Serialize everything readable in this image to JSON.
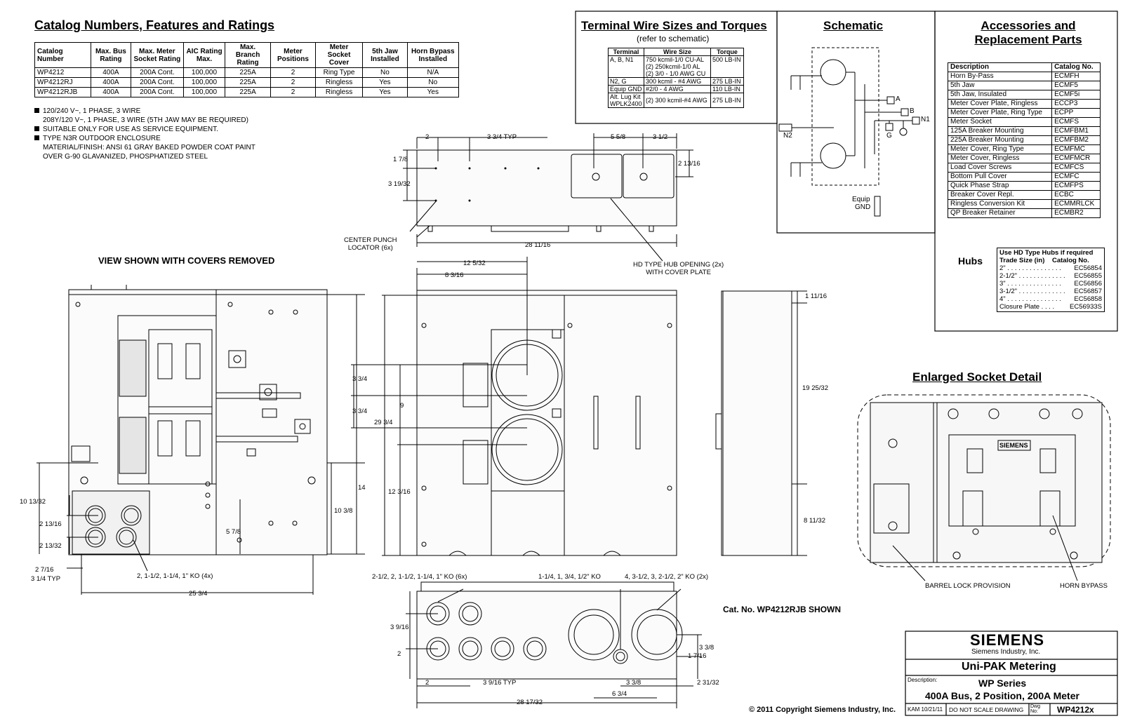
{
  "catalog": {
    "title": "Catalog Numbers, Features and Ratings",
    "headers": [
      "Catalog Number",
      "Max. Bus Rating",
      "Max. Meter Socket Rating",
      "AIC Rating Max.",
      "Max. Branch Rating",
      "Meter Positions",
      "Meter Socket Cover",
      "5th Jaw Installed",
      "Horn Bypass Installed"
    ],
    "rows": [
      [
        "WP4212",
        "400A",
        "200A Cont.",
        "100,000",
        "225A",
        "2",
        "Ring Type",
        "No",
        "N/A"
      ],
      [
        "WP4212RJ",
        "400A",
        "200A Cont.",
        "100,000",
        "225A",
        "2",
        "Ringless",
        "Yes",
        "No"
      ],
      [
        "WP4212RJB",
        "400A",
        "200A Cont.",
        "100,000",
        "225A",
        "2",
        "Ringless",
        "Yes",
        "Yes"
      ]
    ],
    "notes": [
      "120/240 V~, 1 PHASE, 3 WIRE",
      "208Y/120 V~, 1 PHASE, 3 WIRE  (5TH JAW MAY BE REQUIRED)",
      "SUITABLE ONLY FOR USE AS SERVICE EQUIPMENT.",
      "TYPE N3R OUTDOOR ENCLOSURE",
      "MATERIAL/FINISH: ANSI 61 GRAY BAKED POWDER COAT PAINT",
      "OVER G-90 GLAVANIZED, PHOSPHATIZED STEEL"
    ]
  },
  "terminal": {
    "title": "Terminal Wire Sizes and Torques",
    "subtitle": "(refer to schematic)",
    "headers": [
      "Terminal",
      "Wire Size",
      "Torque"
    ],
    "rows": [
      [
        "A, B, N1",
        "750 kcmil-1/0 CU-AL\n(2) 250kcmil-1/0 AL\n(2) 3/0 - 1/0 AWG CU",
        "500 LB-IN"
      ],
      [
        "N2, G",
        "300 kcmil - #4 AWG",
        "275 LB-IN"
      ],
      [
        "Equip GND",
        "#2/0 - 4 AWG",
        "110 LB-IN"
      ],
      [
        "Alt. Lug Kit\nWPLK2400",
        "(2) 300 kcmil-#4 AWG",
        "275 LB-IN"
      ]
    ]
  },
  "schematic": {
    "title": "Schematic",
    "labels": {
      "a": "A",
      "b": "B",
      "n1": "N1",
      "n2": "N2",
      "g": "G",
      "equip": "Equip",
      "gnd": "GND"
    }
  },
  "accessories": {
    "title_line1": "Accessories and",
    "title_line2": "Replacement Parts",
    "headers": [
      "Description",
      "Catalog No."
    ],
    "rows": [
      [
        "Horn By-Pass",
        "ECMFH"
      ],
      [
        "5th Jaw",
        "ECMF5"
      ],
      [
        "5th Jaw, Insulated",
        "ECMF5i"
      ],
      [
        "Meter Cover Plate, Ringless",
        "ECCP3"
      ],
      [
        "Meter Cover Plate, Ring Type",
        "ECPP"
      ],
      [
        "Meter Socket",
        "ECMFS"
      ],
      [
        "125A Breaker Mounting",
        "ECMFBM1"
      ],
      [
        "225A Breaker Mounting",
        "ECMFBM2"
      ],
      [
        "Meter Cover, Ring Type",
        "ECMFMC"
      ],
      [
        "Meter Cover, Ringless",
        "ECMFMCR"
      ],
      [
        "Load Cover Screws",
        "ECMFCS"
      ],
      [
        "Bottom Pull Cover",
        "ECMFC"
      ],
      [
        "Quick Phase Strap",
        "ECMFPS"
      ],
      [
        "Breaker Cover Repl.",
        "ECBC"
      ],
      [
        "Ringless Conversion Kit",
        "ECMMRLCK"
      ],
      [
        "QP Breaker Retainer",
        "ECMBR2"
      ]
    ],
    "hubs_label": "Hubs",
    "hubs_header1": "Use HD Type Hubs if required",
    "hubs_header2": "Trade Size (in)    Catalog No.",
    "hubs_rows": [
      [
        "2\" . . . . . . . . . . . . . . .",
        "EC56854"
      ],
      [
        "2-1/2\" . . . . . . . . . . . . .",
        "EC56855"
      ],
      [
        "3\" . . . . . . . . . . . . . . .",
        "EC56856"
      ],
      [
        "3-1/2\" . . . . . . . . . . . . .",
        "EC56857"
      ],
      [
        "4\" . . . . . . . . . . . . . . .",
        "EC56858"
      ],
      [
        "Closure Plate . . . .",
        "EC56933S"
      ]
    ]
  },
  "views": {
    "covers_removed": "VIEW SHOWN WITH COVERS REMOVED",
    "socket_detail": "Enlarged Socket Detail",
    "shown": "Cat. No. WP4212RJB SHOWN",
    "center_punch": "CENTER PUNCH",
    "locator": "LOCATOR (6x)",
    "hub_opening": "HD TYPE HUB OPENING (2x)",
    "with_cover": "WITH COVER PLATE",
    "barrel_lock": "BARREL LOCK PROVISION",
    "horn_bypass": "HORN BYPASS",
    "ko_left": "2, 1-1/2, 1-1/4, 1\" KO (4x)",
    "ko_bottom1": "2-1/2, 2, 1-1/2, 1-1/4, 1\" KO (6x)",
    "ko_bottom2": "1-1/4, 1, 3/4, 1/2\" KO",
    "ko_bottom3": "4, 3-1/2, 3, 2-1/2, 2\" KO (2x)",
    "siemens_badge": "SIEMENS"
  },
  "dims": {
    "top_2": "2",
    "top_334typ": "3 3/4 TYP",
    "top_558": "5 5/8",
    "top_312": "3 1/2",
    "top_178": "1 7/8",
    "top_31932": "3 19/32",
    "top_21316": "2 13/16",
    "top_281116": "28 11/16",
    "f_12532": "12 5/32",
    "f_8316": "8 3/16",
    "f_334a": "3 3/4",
    "f_334b": "3 3/4",
    "f_9": "9",
    "f_2934": "29 3/4",
    "f_12316": "12 3/16",
    "l_14": "14",
    "l_1038": "10 3/8",
    "l_578": "5 7/8",
    "l_101332": "10 13/32",
    "l_21316": "2 13/16",
    "l_21332": "2 13/32",
    "l_2716": "2 7/16",
    "l_314typ": "3 1/4 TYP",
    "l_2534": "25 3/4",
    "s_11116": "1 11/16",
    "s_192532": "19 25/32",
    "s_81132": "8 11/32",
    "b_3916": "3 9/16",
    "b_2a": "2",
    "b_2b": "2",
    "b_3916typ": "3 9/16 TYP",
    "b_338a": "3 3/8",
    "b_634": "6 3/4",
    "b_23132": "2 31/32",
    "b_338b": "3 3/8",
    "b_1716": "1 7/16",
    "b_281732": "28 17/32"
  },
  "title_block": {
    "brand": "SIEMENS",
    "company": "Siemens Industry, Inc.",
    "product": "Uni-PAK  Metering",
    "desc_label": "Description:",
    "series": "WP Series",
    "desc": "400A Bus, 2 Position, 200A Meter",
    "drawn": "KAM  10/21/11",
    "scale": "DO NOT SCALE DRAWING",
    "dwg_label": "Dwg No:",
    "dwg_no": "WP4212x",
    "copyright": "© 2011 Copyright Siemens Industry, Inc."
  }
}
